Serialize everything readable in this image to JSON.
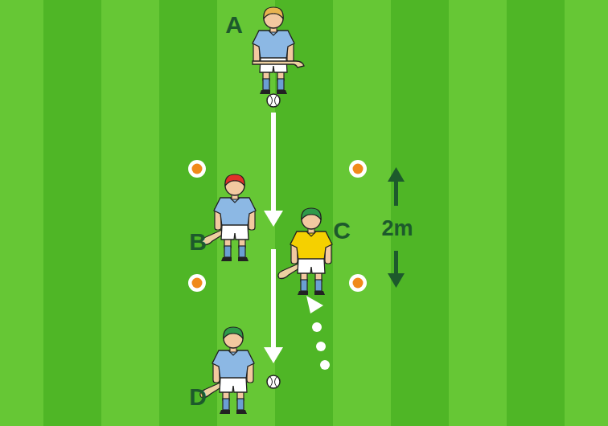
{
  "diagram": {
    "labels": [
      "A",
      "B",
      "C",
      "2m",
      "D"
    ]
  }
}
